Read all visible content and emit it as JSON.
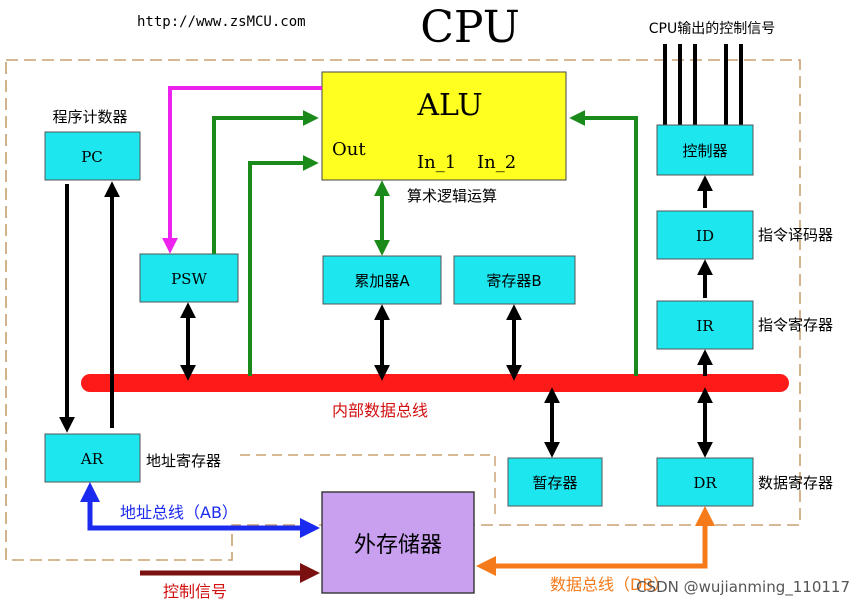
{
  "header": {
    "url": "http://www.zsMCU.com",
    "title": "CPU",
    "control_signals_out": "CPU输出的控制信号"
  },
  "alu": {
    "label": "ALU",
    "out": "Out",
    "in_1": "In_1",
    "in_2": "In_2",
    "caption": "算术逻辑运算"
  },
  "registers": {
    "pc": "PC",
    "pc_caption": "程序计数器",
    "psw": "PSW",
    "acc": "累加器A",
    "reg_b": "寄存器B",
    "controller": "控制器",
    "id": "ID",
    "id_caption": "指令译码器",
    "ir": "IR",
    "ir_caption": "指令寄存器",
    "ar": "AR",
    "ar_caption": "地址寄存器",
    "temp": "暂存器",
    "dr": "DR",
    "dr_caption": "数据寄存器"
  },
  "buses": {
    "internal": "内部数据总线",
    "address": "地址总线（AB）",
    "control": "控制信号",
    "data": "数据总线（DB）"
  },
  "memory": "外存储器",
  "watermark": "CSDN @wujianming_110117",
  "colors": {
    "cyan_box": "#1de6ee",
    "alu_yellow": "#ffff20",
    "memory_purple": "#c9a0f0",
    "bus_red": "#ff1a1a",
    "green": "#1a8a1a",
    "magenta": "#ee22ee",
    "blue": "#1a2aee",
    "dark_red": "#7a1010",
    "orange": "#f57a1a",
    "caption_red": "#d21010",
    "caption_blue": "#1a2aee"
  }
}
